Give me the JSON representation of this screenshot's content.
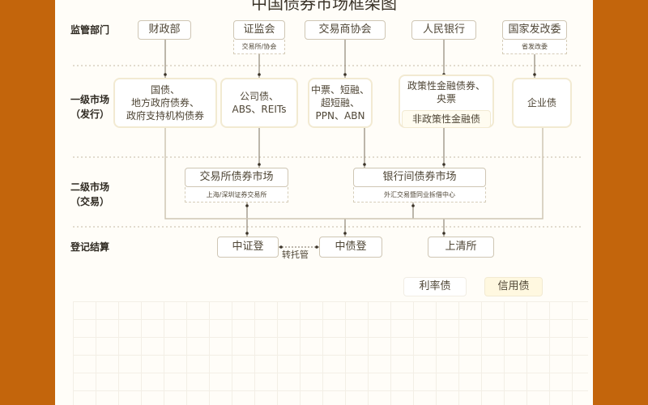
{
  "title": "中国债券市场框架图",
  "rows": {
    "regulators": "监管部门",
    "primary": "一级市场\n（发行）",
    "secondary": "二级市场\n（交易）",
    "settlement": "登记结算"
  },
  "regulators": [
    {
      "name": "财政部"
    },
    {
      "name": "证监会",
      "sub": "交易所/协会"
    },
    {
      "name": "交易商协会"
    },
    {
      "name": "人民银行"
    },
    {
      "name": "国家发改委",
      "sub": "省发改委"
    }
  ],
  "primary": [
    "国债、\n地方政府债券、\n政府支持机构债券",
    "公司债、\nABS、REITs",
    "中票、短融、\n超短融、\nPPN、ABN",
    "政策性金融债券、\n央票",
    "企业债"
  ],
  "primary_inner": "非政策性金融债",
  "secondary": [
    {
      "name": "交易所债券市场",
      "sub": "上海/深圳证券交易所"
    },
    {
      "name": "银行间债券市场",
      "sub": "外汇交易暨同业拆借中心"
    }
  ],
  "settlement": [
    "中证登",
    "中债登",
    "上清所"
  ],
  "transfer_label": "转托管",
  "legend": [
    "利率债",
    "信用债"
  ],
  "colors": {
    "frame": "#c3650c",
    "rate_bond": "#ffffff",
    "credit_bond": "#fff8e0"
  }
}
